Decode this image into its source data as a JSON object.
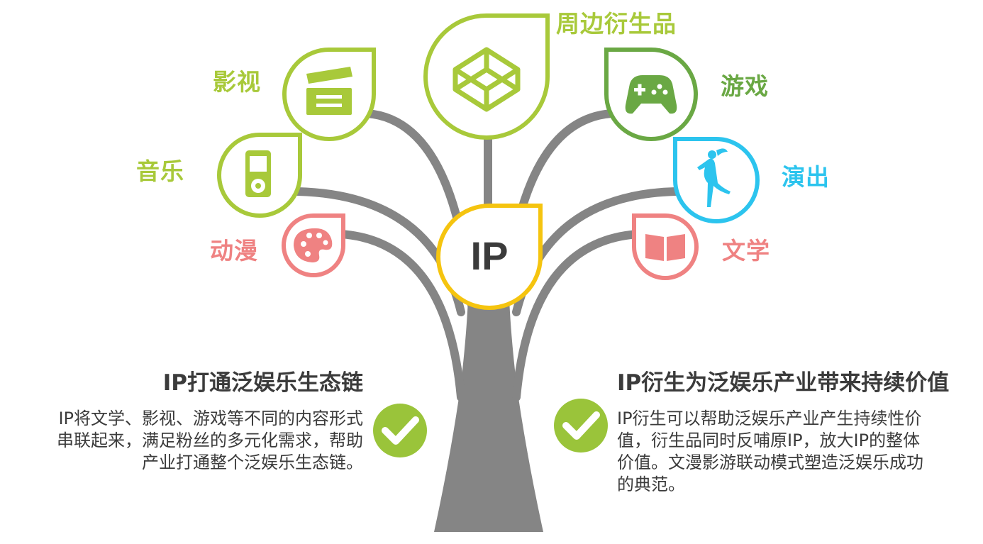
{
  "center": {
    "label": "IP",
    "color": "#f5c40f"
  },
  "tree_color": "#858585",
  "nodes": {
    "merch": {
      "label": "周边衍生品",
      "color": "#a8c93a",
      "icon": "codepen-cube-icon"
    },
    "film": {
      "label": "影视",
      "color": "#a8c93a",
      "icon": "clapperboard-icon"
    },
    "game": {
      "label": "游戏",
      "color": "#6aa844",
      "icon": "gamepad-icon"
    },
    "music": {
      "label": "音乐",
      "color": "#a8c93a",
      "icon": "music-player-icon"
    },
    "show": {
      "label": "演出",
      "color": "#2cc4ee",
      "icon": "dancer-icon"
    },
    "anime": {
      "label": "动漫",
      "color": "#ef8282",
      "icon": "palette-icon"
    },
    "lit": {
      "label": "文学",
      "color": "#ef8282",
      "icon": "open-book-icon"
    }
  },
  "check_color": "#9ac43a",
  "left_block": {
    "heading": "IP打通泛娱乐生态链",
    "lines": [
      "IP将文学、影视、游戏等不同的内容形式",
      "串联起来，满足粉丝的多元化需求，帮助",
      "产业打通整个泛娱乐生态链。"
    ]
  },
  "right_block": {
    "heading": "IP衍生为泛娱乐产业带来持续价值",
    "lines": [
      "IP衍生可以帮助泛娱乐产业产生持续性价",
      "值，衍生品同时反哺原IP，放大IP的整体",
      "价值。文漫影游联动模式塑造泛娱乐成功",
      "的典范。"
    ]
  }
}
